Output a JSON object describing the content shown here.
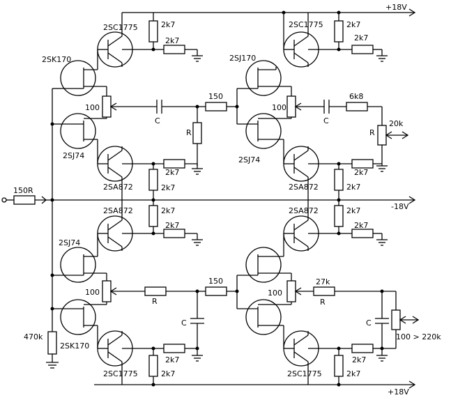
{
  "rails": {
    "positive_top": "+18V",
    "negative_mid": "-18V",
    "positive_bottom": "+18V"
  },
  "transistors": {
    "q_top_left_upper": "2SC1775",
    "q_top_right_upper": "2SC1775",
    "jfet_top_left_upper": "2SK170",
    "jfet_top_right_upper": "2SJ170",
    "jfet_top_left_lower": "2SJ74",
    "jfet_top_right_lower": "2SJ74",
    "q_top_left_lower": "2SA872",
    "q_top_right_lower": "2SA872",
    "q_bot_left_upper": "2SA872",
    "q_bot_right_upper": "2SA872",
    "jfet_bot_left_upper": "2SJ74",
    "jfet_bot_left_lower": "2SK170",
    "q_bot_left_lower": "2SC1775",
    "q_bot_right_lower": "2SC1775"
  },
  "resistors": {
    "r_2k7": "2k7",
    "r_input": "150R",
    "r_bias_pot": "100",
    "r_link": "150",
    "r_6k8": "6k8",
    "r_20k": "20k",
    "r_27k": "27k",
    "r_470k": "470k",
    "r_generic": "R",
    "r_pot_range": "100 > 220k"
  },
  "capacitors": {
    "c_generic": "C"
  }
}
